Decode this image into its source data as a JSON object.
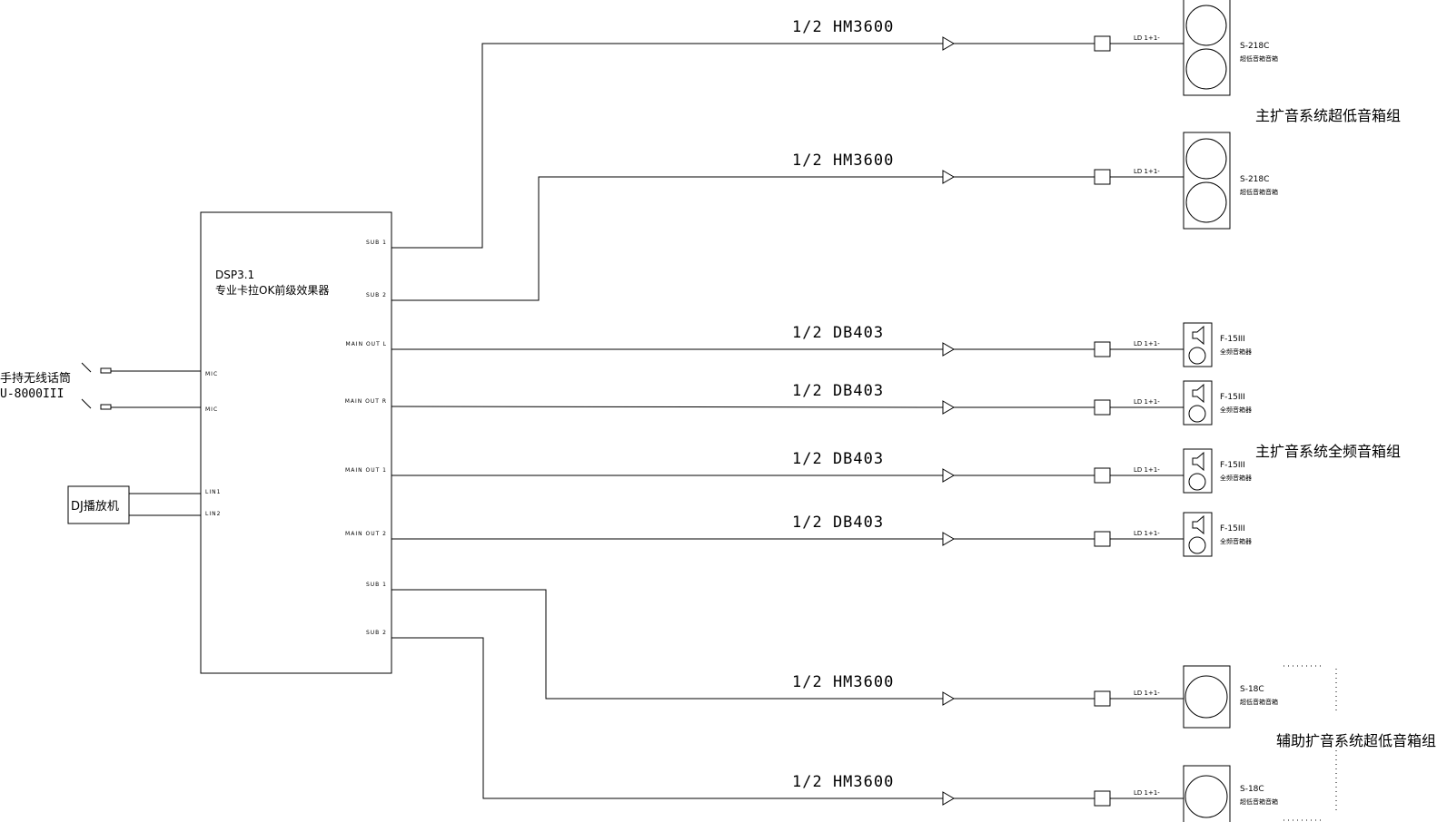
{
  "dsp": {
    "model": "DSP3.1",
    "desc": "专业卡拉OK前级效果器"
  },
  "mic": {
    "label": "手持无线话筒",
    "model": "U-8000III"
  },
  "dj": {
    "label": "DJ播放机"
  },
  "input_ports": {
    "mic1": "MIC",
    "mic2": "MIC",
    "lin1": "LIN1",
    "lin2": "LIN2"
  },
  "outputs": [
    {
      "port": "SUB 1",
      "amp": "1/2 HM3600",
      "conn": "LD 1+1-",
      "spk_model": "S-218C",
      "spk_desc": "超低音箱音箱",
      "kind": "dual"
    },
    {
      "port": "SUB 2",
      "amp": "1/2 HM3600",
      "conn": "LD 1+1-",
      "spk_model": "S-218C",
      "spk_desc": "超低音箱音箱",
      "kind": "dual"
    },
    {
      "port": "MAIN OUT L",
      "amp": "1/2 DB403",
      "conn": "LD 1+1-",
      "spk_model": "F-15III",
      "spk_desc": "全频音箱器",
      "kind": "full"
    },
    {
      "port": "MAIN OUT R",
      "amp": "1/2 DB403",
      "conn": "LD 1+1-",
      "spk_model": "F-15III",
      "spk_desc": "全频音箱器",
      "kind": "full"
    },
    {
      "port": "MAIN OUT 1",
      "amp": "1/2 DB403",
      "conn": "LD 1+1-",
      "spk_model": "F-15III",
      "spk_desc": "全频音箱器",
      "kind": "full"
    },
    {
      "port": "MAIN OUT 2",
      "amp": "1/2 DB403",
      "conn": "LD 1+1-",
      "spk_model": "F-15III",
      "spk_desc": "全频音箱器",
      "kind": "full"
    },
    {
      "port": "SUB 1",
      "amp": "1/2  HM3600",
      "conn": "LD 1+1-",
      "spk_model": "S-18C",
      "spk_desc": "超低音箱音箱",
      "kind": "single"
    },
    {
      "port": "SUB 2",
      "amp": "1/2 HM3600",
      "conn": "LD 1+1-",
      "spk_model": "S-18C",
      "spk_desc": "超低音箱音箱",
      "kind": "single"
    }
  ],
  "groups": {
    "main_sub": "主扩音系统超低音箱组",
    "main_full": "主扩音系统全频音箱组",
    "aux_sub": "辅助扩音系统超低音箱组"
  }
}
